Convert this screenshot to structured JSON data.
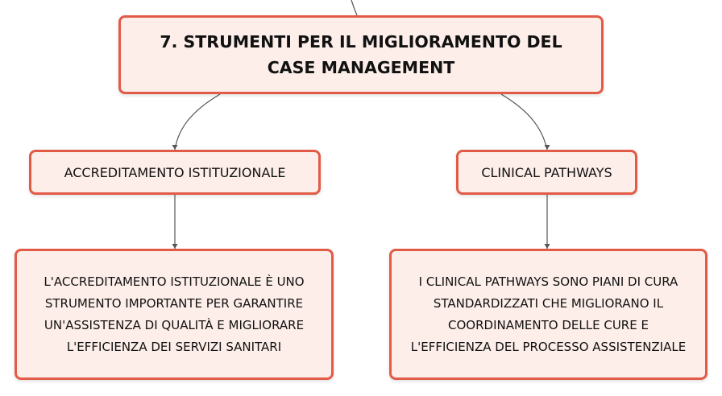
{
  "diagram": {
    "title": "7. STRUMENTI PER IL MIGLIORAMENTO DEL CASE MANAGEMENT",
    "branches": [
      {
        "label": "ACCREDITAMENTO ISTITUZIONALE",
        "description": "L'ACCREDITAMENTO ISTITUZIONALE È UNO\nSTRUMENTO IMPORTANTE PER GARANTIRE\nUN'ASSISTENZA DI QUALITÀ E MIGLIORARE\nL'EFFICIENZA DEI SERVIZI SANITARI"
      },
      {
        "label": "CLINICAL PATHWAYS",
        "description": "I CLINICAL PATHWAYS SONO PIANI DI CURA\nSTANDARDIZZATI CHE MIGLIORANO IL\nCOORDINAMENTO DELLE CURE E\nL'EFFICIENZA DEL PROCESSO ASSISTENZIALE"
      }
    ],
    "colors": {
      "node_border": "#e25b47",
      "node_fill": "#fdeee9",
      "connector": "#555555"
    }
  }
}
